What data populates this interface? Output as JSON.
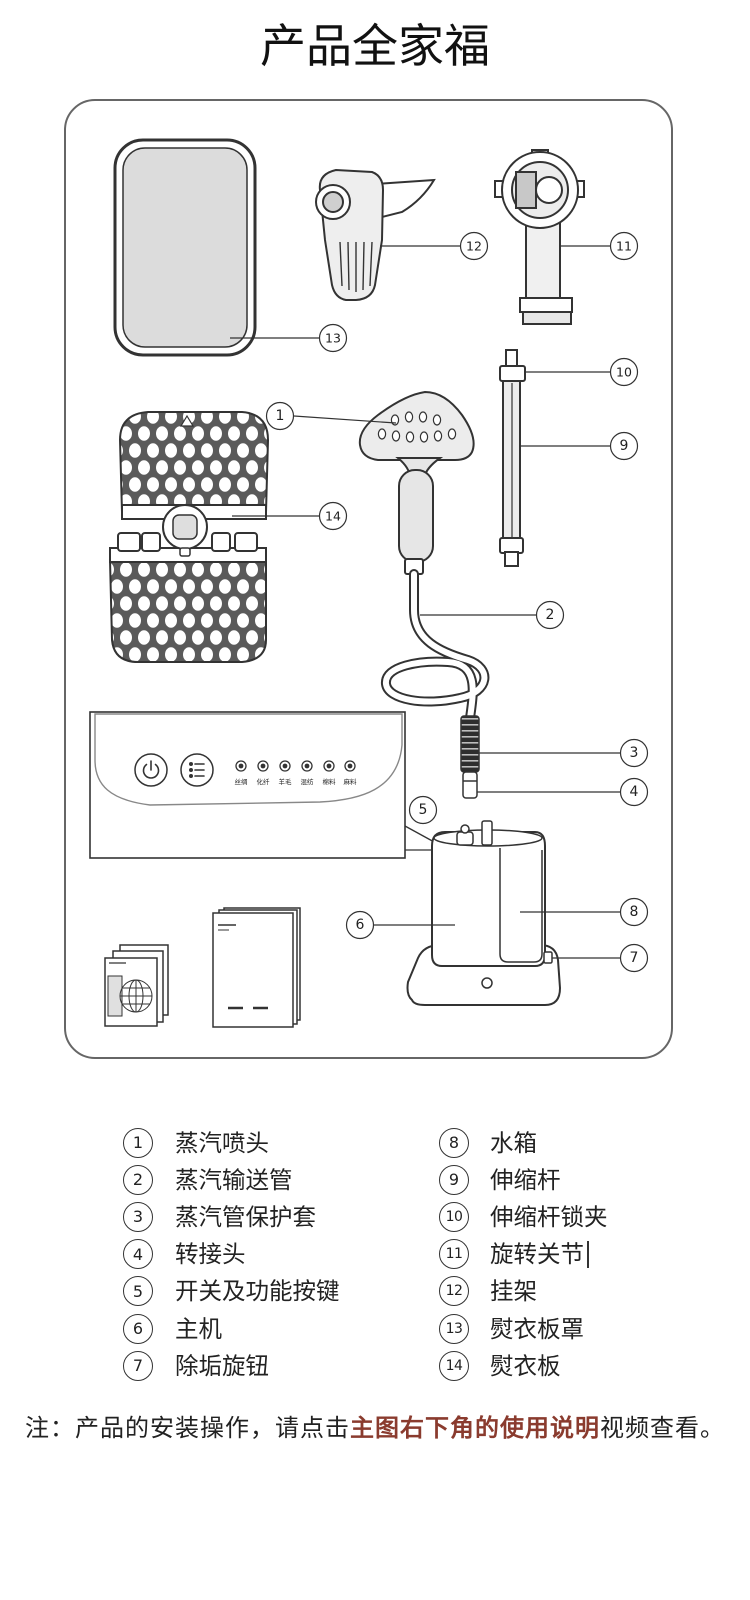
{
  "title": "产品全家福",
  "colors": {
    "text": "#222222",
    "outline": "#333333",
    "frame": "#666666",
    "highlight": "#8a3b2e"
  },
  "parts": [
    {
      "num": "1",
      "label": "蒸汽喷头"
    },
    {
      "num": "2",
      "label": "蒸汽输送管"
    },
    {
      "num": "3",
      "label": "蒸汽管保护套"
    },
    {
      "num": "4",
      "label": "转接头"
    },
    {
      "num": "5",
      "label": "开关及功能按键"
    },
    {
      "num": "6",
      "label": "主机"
    },
    {
      "num": "7",
      "label": "除垢旋钮"
    },
    {
      "num": "8",
      "label": "水箱"
    },
    {
      "num": "9",
      "label": "伸缩杆"
    },
    {
      "num": "10",
      "label": "伸缩杆锁夹"
    },
    {
      "num": "11",
      "label": "旋转关节"
    },
    {
      "num": "12",
      "label": "挂架"
    },
    {
      "num": "13",
      "label": "熨衣板罩"
    },
    {
      "num": "14",
      "label": "熨衣板"
    }
  ],
  "control_panel": {
    "buttons": [
      {
        "icon": "power-icon"
      },
      {
        "icon": "menu-list-icon"
      }
    ],
    "indicator_labels": [
      "丝绸",
      "化纤",
      "羊毛",
      "混纺",
      "棉料",
      "麻料"
    ]
  },
  "note": {
    "prefix": "注：产品的安装操作，请点击",
    "highlight": "主图右下角的使用说明",
    "suffix": "视频查看。"
  }
}
